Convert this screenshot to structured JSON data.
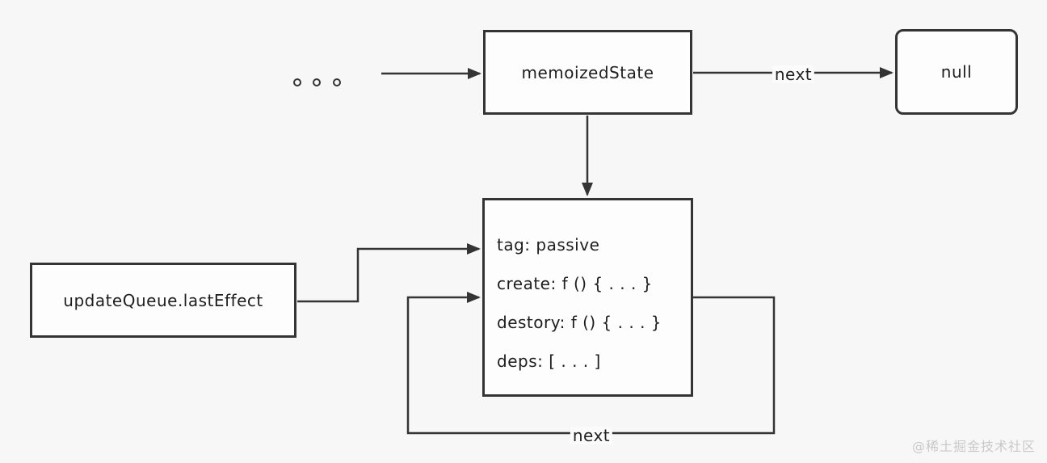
{
  "diagram": {
    "title_hint": "React hook effect linked list",
    "colors": {
      "background": "#f7f7f7",
      "stroke": "#343434",
      "node_fill": "#fdfdfd",
      "text": "#1e1e1e",
      "watermark": "#c9c9c9"
    },
    "nodes": {
      "memoized_state": {
        "label": "memoizedState"
      },
      "null_node": {
        "label": "null"
      },
      "update_queue": {
        "label": "updateQueue.lastEffect"
      },
      "effect_object": {
        "lines": [
          "tag: passive",
          "create: f () { . . . }",
          "destory: f () { . . . }",
          "deps: [ . . . ]"
        ]
      }
    },
    "edges": {
      "next_top_label": "next",
      "next_loop_label": "next"
    },
    "ellipsis": ". . .",
    "watermark": "@稀土掘金技术社区"
  }
}
